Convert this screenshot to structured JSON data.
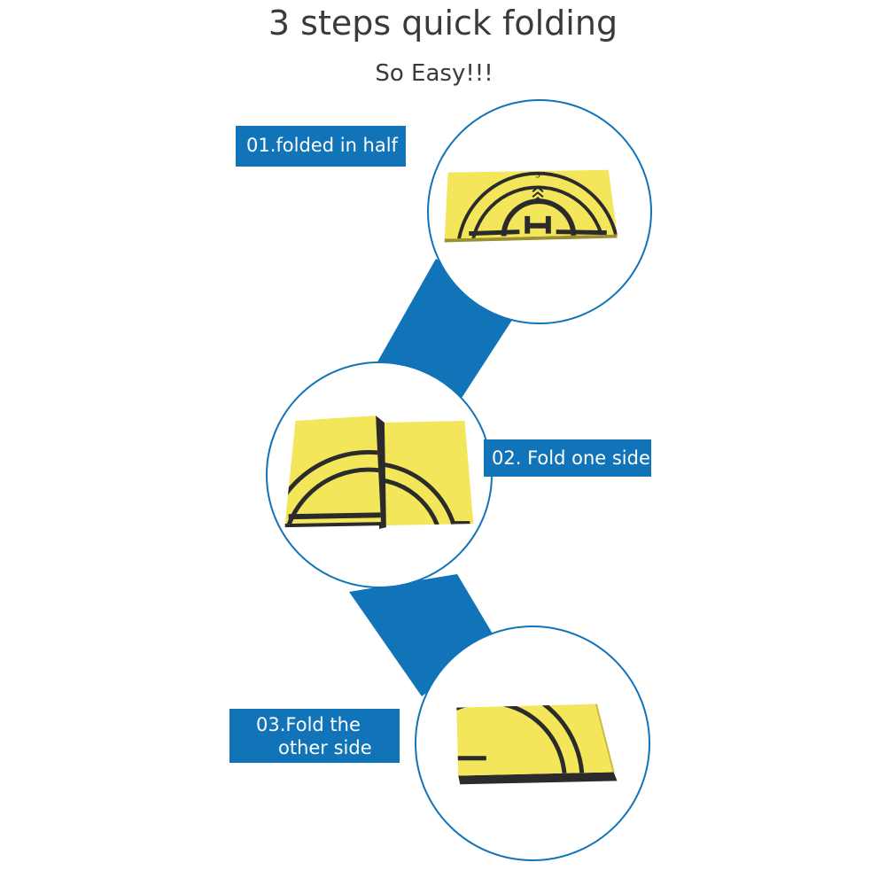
{
  "title": "3 steps quick folding",
  "subtitle": "So Easy!!!",
  "colors": {
    "accent_blue": "#1173b8",
    "mat_yellow": "#f3e65a",
    "mat_dark": "#2b2b2b",
    "text_dark": "#3a3a3a"
  },
  "steps": [
    {
      "label": "01.folded in half"
    },
    {
      "label": "02. Fold one side"
    },
    {
      "label_line1": "03.Fold the",
      "label_line2": "other side"
    }
  ],
  "mat_marking": "S"
}
